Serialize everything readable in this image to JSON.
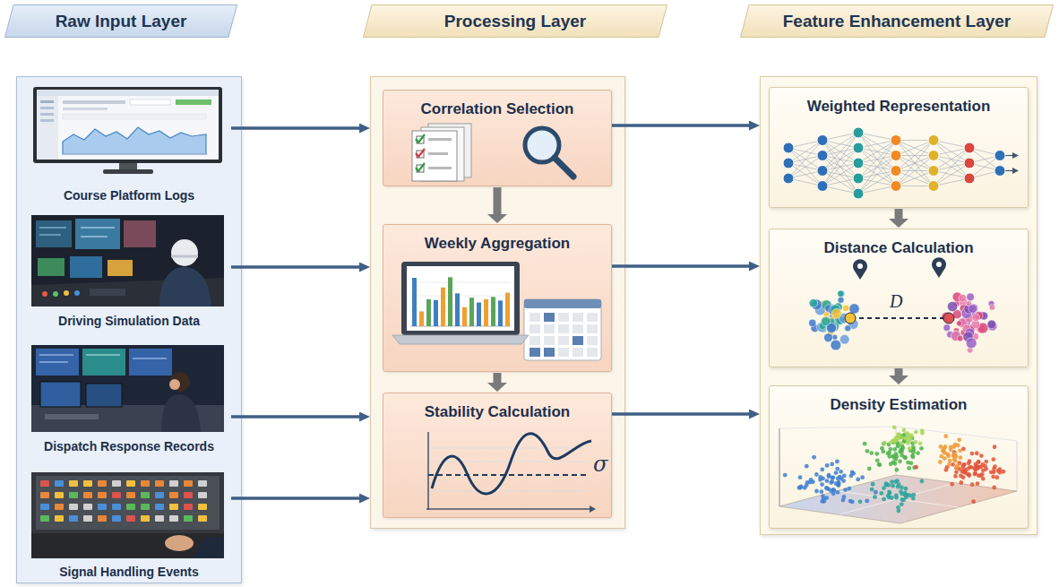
{
  "diagram": {
    "nodes": [
      {
        "text": [
          "Raw Input Layer"
        ]
      },
      {
        "text": [
          "Course Platform Logs"
        ],
        "in": 0
      },
      {
        "text": [
          "Driving Simulation Data"
        ],
        "in": 0
      },
      {
        "text": [
          "Dispatch Response Records"
        ],
        "in": 0
      },
      {
        "text": [
          "Signal Handling Events"
        ],
        "in": 0
      },
      {
        "text": [
          "Processing Layer"
        ]
      },
      {
        "text": [
          "Correlation Selection"
        ],
        "in": 5
      },
      {
        "text": [
          "Weekly Aggregation"
        ],
        "in": 5
      },
      {
        "text": [
          "Stability Calculation"
        ],
        "in": 5
      },
      {
        "text": [
          "Feature Enhancement Layer"
        ]
      },
      {
        "text": [
          "Weighted Representation"
        ],
        "in": 9
      },
      {
        "text": [
          "Distance Calculation"
        ],
        "in": 9
      },
      {
        "text": [
          "Density Estimation"
        ],
        "in": 9
      }
    ],
    "edges": [
      {
        "from": 1,
        "to": 5,
        "arrow": "to"
      },
      {
        "from": 2,
        "to": 5,
        "arrow": "to"
      },
      {
        "from": 3,
        "to": 5,
        "arrow": "to"
      },
      {
        "from": 4,
        "to": 5,
        "arrow": "to"
      },
      {
        "from": 6,
        "to": 9,
        "arrow": "to"
      },
      {
        "from": 7,
        "to": 9,
        "arrow": "to"
      },
      {
        "from": 8,
        "to": 9,
        "arrow": "to"
      },
      {
        "from": 6,
        "to": 7,
        "arrow": "to"
      },
      {
        "from": 7,
        "to": 8,
        "arrow": "to"
      },
      {
        "from": 10,
        "to": 11,
        "arrow": "to"
      },
      {
        "from": 11,
        "to": 12,
        "arrow": "to"
      }
    ],
    "labels": [
      "σ",
      "D"
    ]
  }
}
